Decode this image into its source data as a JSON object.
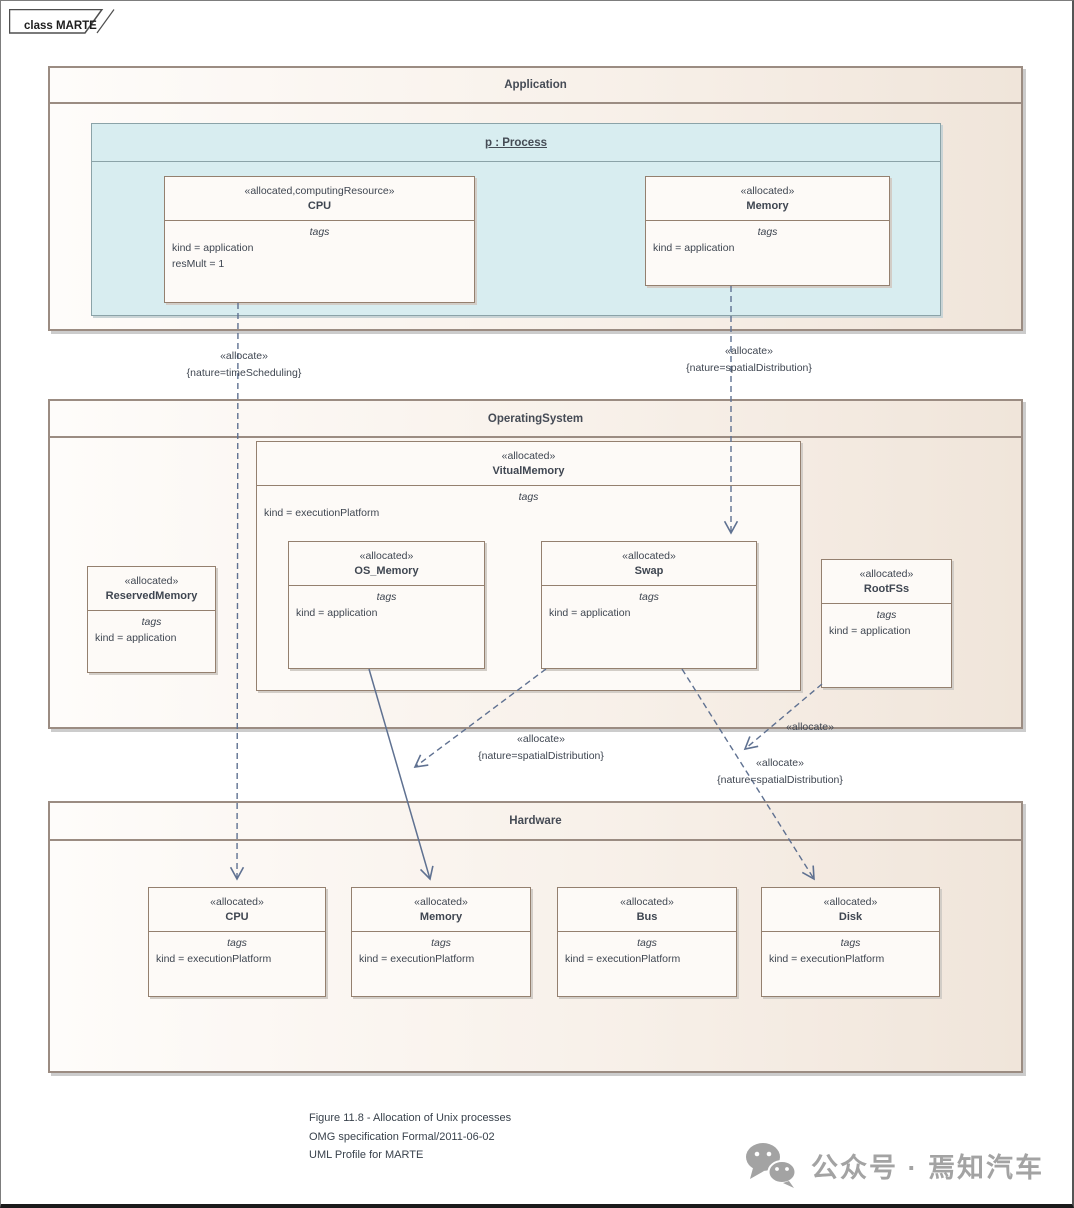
{
  "frame": {
    "tab_label": "class MARTE"
  },
  "colors": {
    "arrow": "#5f7191",
    "package_border": "#9b8c82",
    "package_fill_right": "#f0e5da",
    "class_border": "#94806f",
    "class_fill": "#fdfaf7",
    "process_fill": "#d8edf0",
    "text": "#3f4651",
    "watermark": "#a3a3a3"
  },
  "packages": {
    "application": {
      "title": "Application"
    },
    "process": {
      "title": "p : Process"
    },
    "operating_system": {
      "title": "OperatingSystem"
    },
    "hardware": {
      "title": "Hardware"
    }
  },
  "classes": {
    "app_cpu": {
      "stereotype": "«allocated,computingResource»",
      "name": "CPU",
      "tags_label": "tags",
      "tag_lines": [
        "kind = application",
        "resMult = 1"
      ]
    },
    "app_memory": {
      "stereotype": "«allocated»",
      "name": "Memory",
      "tags_label": "tags",
      "tag_lines": [
        "kind = application"
      ]
    },
    "virtual_memory": {
      "stereotype": "«allocated»",
      "name": "VitualMemory",
      "tags_label": "tags",
      "tag_lines": [
        "kind = executionPlatform"
      ]
    },
    "reserved_memory": {
      "stereotype": "«allocated»",
      "name": "ReservedMemory",
      "tags_label": "tags",
      "tag_lines": [
        "kind = application"
      ]
    },
    "os_memory": {
      "stereotype": "«allocated»",
      "name": "OS_Memory",
      "tags_label": "tags",
      "tag_lines": [
        "kind = application"
      ]
    },
    "swap": {
      "stereotype": "«allocated»",
      "name": "Swap",
      "tags_label": "tags",
      "tag_lines": [
        "kind = application"
      ]
    },
    "rootfss": {
      "stereotype": "«allocated»",
      "name": "RootFSs",
      "tags_label": "tags",
      "tag_lines": [
        "kind = application"
      ]
    },
    "hw_cpu": {
      "stereotype": "«allocated»",
      "name": "CPU",
      "tags_label": "tags",
      "tag_lines": [
        "kind = executionPlatform"
      ]
    },
    "hw_memory": {
      "stereotype": "«allocated»",
      "name": "Memory",
      "tags_label": "tags",
      "tag_lines": [
        "kind = executionPlatform"
      ]
    },
    "hw_bus": {
      "stereotype": "«allocated»",
      "name": "Bus",
      "tags_label": "tags",
      "tag_lines": [
        "kind = executionPlatform"
      ]
    },
    "hw_disk": {
      "stereotype": "«allocated»",
      "name": "Disk",
      "tags_label": "tags",
      "tag_lines": [
        "kind = executionPlatform"
      ]
    }
  },
  "connector_labels": {
    "cpu_alloc": {
      "stereotype": "«allocate»",
      "constraint": "{nature=timeScheduling}"
    },
    "memory_alloc": {
      "stereotype": "«allocate»",
      "constraint": "{nature=spatialDistribution}"
    },
    "swap_memory_alloc": {
      "stereotype": "«allocate»",
      "constraint": "{nature=spatialDistribution}"
    },
    "rootfss_alloc": {
      "stereotype": "«allocate»"
    },
    "swap_disk_alloc": {
      "stereotype": "«allocate»",
      "constraint": "{nature=spatialDistribution}"
    }
  },
  "caption": {
    "line1": "Figure 11.8 - Allocation of Unix processes",
    "line2": "OMG specification Formal/2011-06-02",
    "line3": "UML Profile for MARTE"
  },
  "watermark": {
    "text": "公众号 · 焉知汽车"
  }
}
